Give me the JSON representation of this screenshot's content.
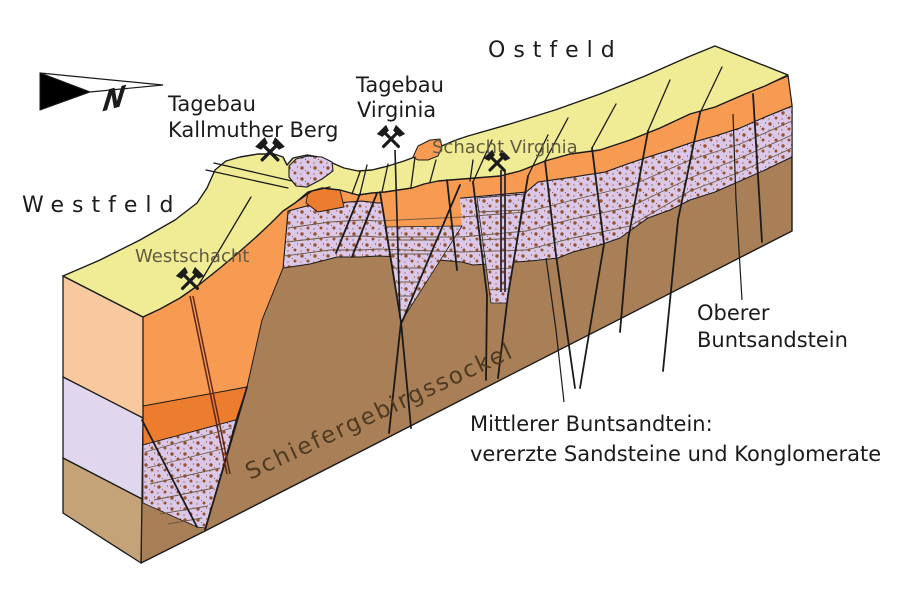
{
  "diagram": {
    "type": "geological-block-diagram",
    "region_labels": {
      "ostfeld": "Ostfeld",
      "westfeld": "Westfeld"
    },
    "sites": {
      "tagebau_kallmuther": {
        "line1": "Tagebau",
        "line2": "Kallmuther Berg"
      },
      "tagebau_virginia": {
        "line1": "Tagebau",
        "line2": "Virginia"
      },
      "schacht_virginia": "Schacht Virginia",
      "westschacht": "Westschacht"
    },
    "units": {
      "oberer": {
        "line1": "Oberer",
        "line2": "Buntsandstein"
      },
      "mittlerer": {
        "line1": "Mittlerer Buntsandtein:",
        "line2": "vererzte Sandsteine und Konglomerate"
      },
      "basement": "Schiefergebirgssockel"
    },
    "compass": {
      "label": "N",
      "icon": "north-arrow"
    },
    "icons": {
      "mine": "crossed-hammers-mine-icon"
    },
    "colors": {
      "top_yellow": "#f0ec95",
      "orange": "#f79b53",
      "orange_dark": "#ec7c2e",
      "ore_bg": "#dbc8e9",
      "ore_dot": "#96512d",
      "basement_brown": "#a87f57",
      "side_peach": "#f8c89f",
      "side_lavender": "#e0d6ee",
      "side_tan": "#c5a379",
      "outline": "#1b1b1b",
      "mine_text_olive": "#615c42",
      "basement_text": "#4f3a22",
      "shaft_red": "#5e2818",
      "shaft_dark": "#2e2430"
    }
  }
}
